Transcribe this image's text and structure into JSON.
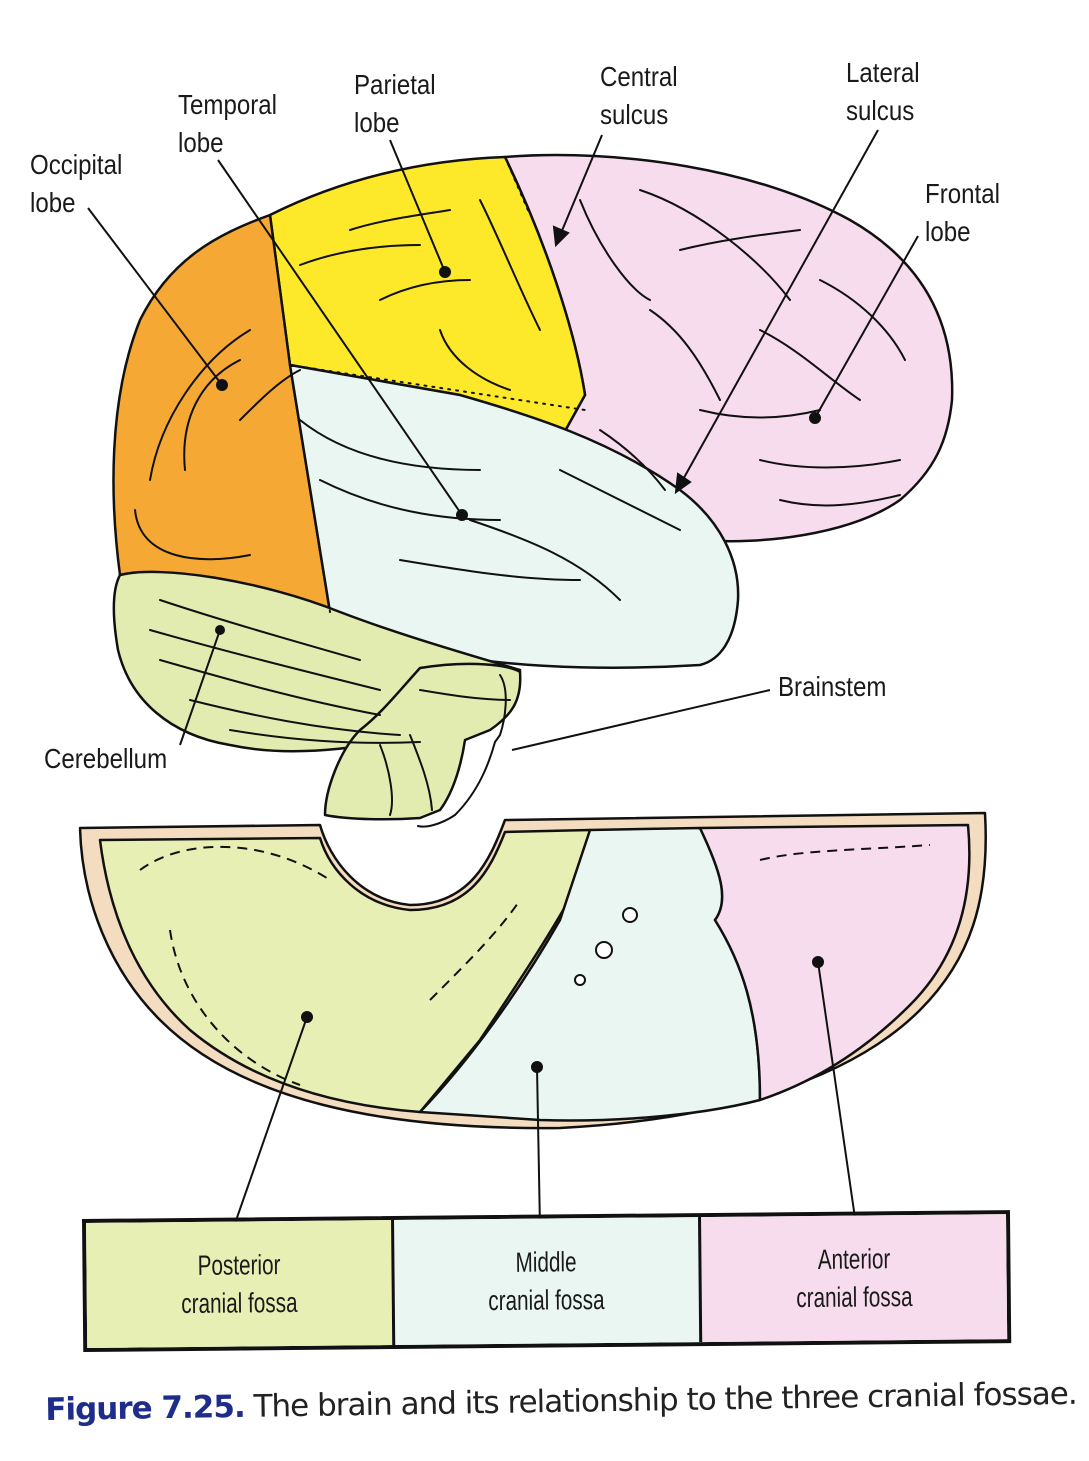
{
  "figure": {
    "number": "Figure 7.25.",
    "caption": " The brain and its relationship to the three cranial fossae."
  },
  "brain_labels": {
    "occipital": [
      "Occipital",
      "lobe"
    ],
    "temporal": [
      "Temporal",
      "lobe"
    ],
    "parietal": [
      "Parietal",
      "lobe"
    ],
    "central_sulcus": [
      "Central",
      "sulcus"
    ],
    "lateral_sulcus": [
      "Lateral",
      "sulcus"
    ],
    "frontal": [
      "Frontal",
      "lobe"
    ],
    "brainstem": "Brainstem",
    "cerebellum": "Cerebellum"
  },
  "fossae": [
    {
      "line1": "Posterior",
      "line2": "cranial fossa",
      "color": "#e8efb4"
    },
    {
      "line1": "Middle",
      "line2": "cranial fossa",
      "color": "#e9f6f2"
    },
    {
      "line1": "Anterior",
      "line2": "cranial fossa",
      "color": "#f6dcec"
    }
  ],
  "colors": {
    "occipital": "#f5a834",
    "parietal": "#fde92a",
    "temporal": "#e9f6f2",
    "frontal": "#f6dcec",
    "cerebellum": "#e3ecb0",
    "skull_rim": "#f3dcc0"
  }
}
